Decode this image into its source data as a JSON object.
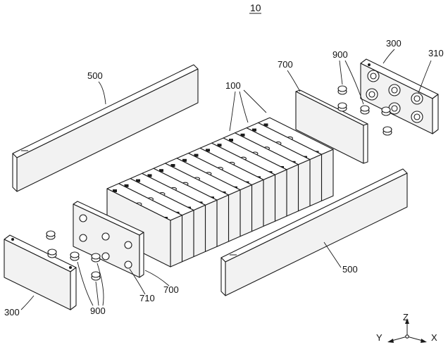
{
  "figure": {
    "title": "10",
    "labels": {
      "plate_top_left": "500",
      "plate_bottom_right": "500",
      "cells": "100",
      "insulator_right": "700",
      "insulator_left": "700",
      "hole_left": "710",
      "springs_right": "900",
      "springs_left": "900",
      "end_plate_right": "300",
      "end_plate_left": "300",
      "terminal_right": "310"
    },
    "axes": {
      "z": "Z",
      "y": "Y",
      "x": "X"
    }
  }
}
